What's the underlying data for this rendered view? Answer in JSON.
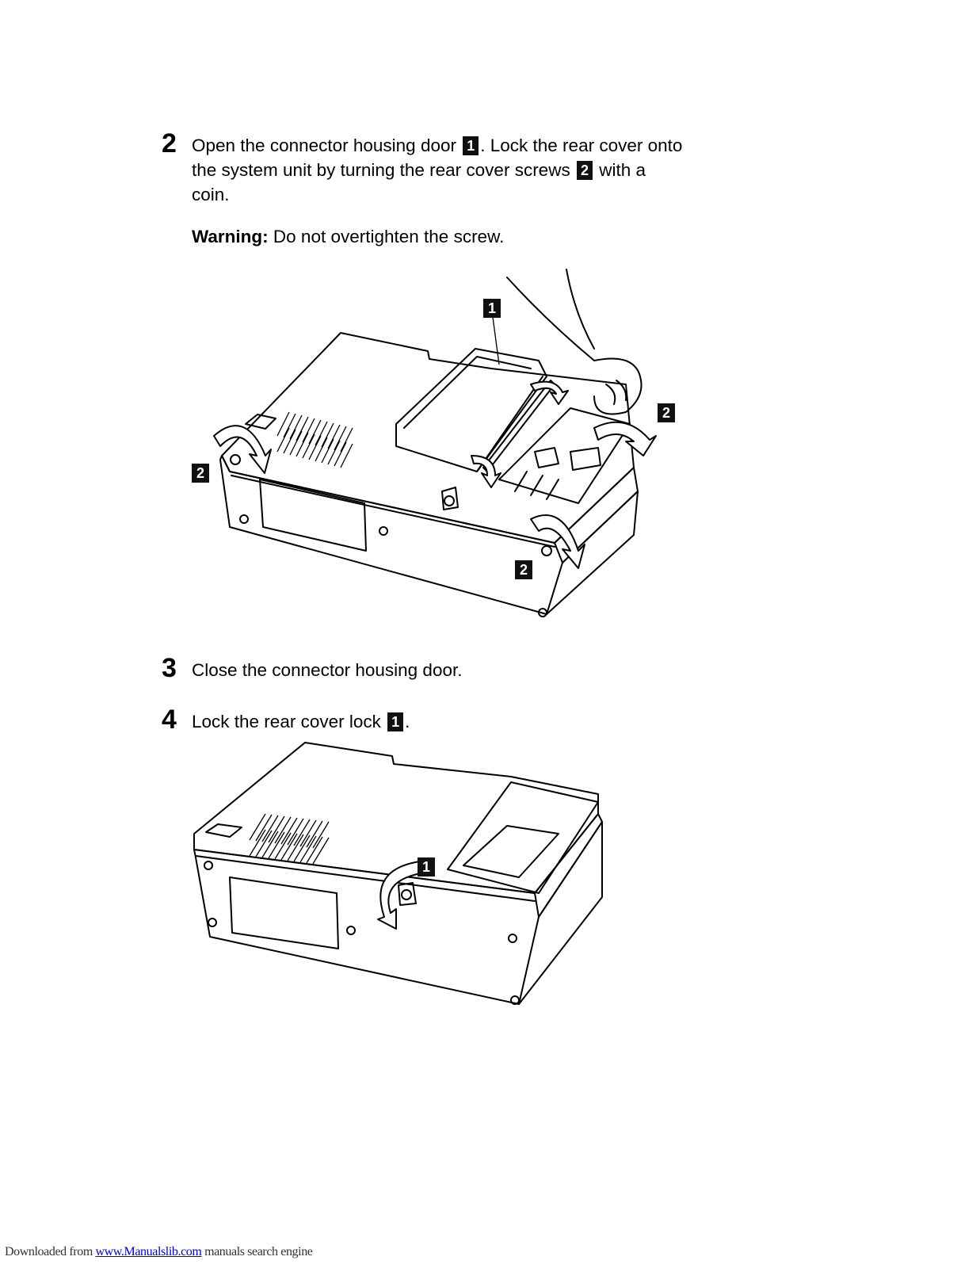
{
  "step2": {
    "number": "2",
    "line1_a": "Open the connector housing door",
    "line1_b": ". Lock the rear cover onto",
    "line2_a": "the system unit by turning the rear cover screws",
    "line2_b": "with a",
    "line3": "coin.",
    "warning_label": "Warning:",
    "warning_text": "Do not overtighten the screw."
  },
  "step3": {
    "number": "3",
    "text": "Close the connector housing door."
  },
  "step4": {
    "number": "4",
    "text_a": "Lock the rear cover lock",
    "text_b": "."
  },
  "callouts": {
    "one": "1",
    "two": "2"
  },
  "footer": {
    "prefix": "Downloaded from",
    "link": "www.Manualslib.com",
    "suffix": "manuals search engine"
  }
}
